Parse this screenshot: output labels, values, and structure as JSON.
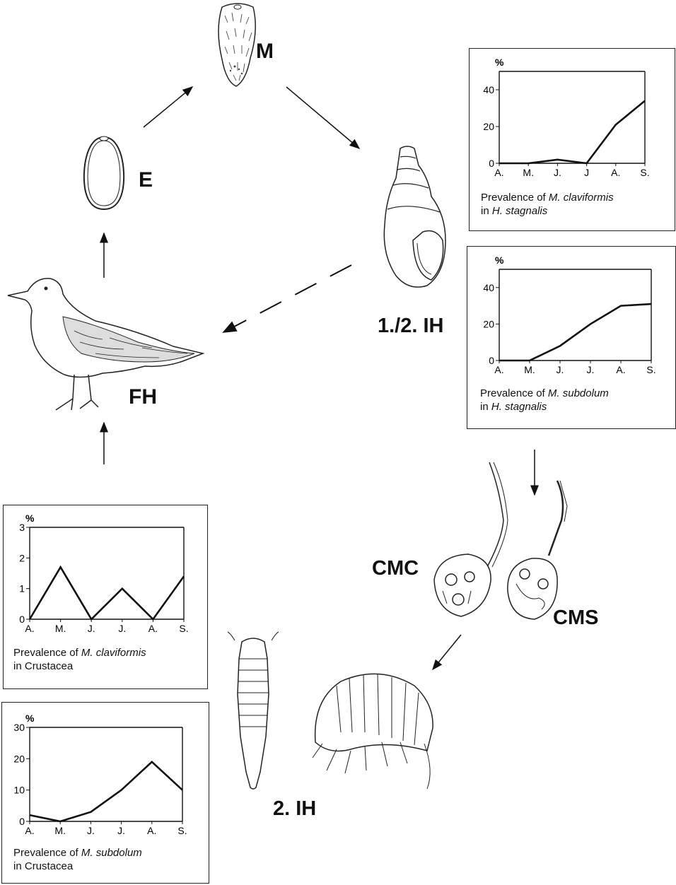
{
  "labels": {
    "miracidium": "M",
    "egg": "E",
    "first_intermediate_host": "1./2. IH",
    "final_host": "FH",
    "cercaria_clav": "CMC",
    "cercaria_subd": "CMS",
    "second_intermediate_host": "2. IH"
  },
  "chart_data": [
    {
      "type": "line",
      "title": "",
      "caption_prefix": "Prevalence of",
      "caption_species": "M. claviformis",
      "caption_host_prefix": "in",
      "caption_host": "H. stagnalis",
      "ylabel": "%",
      "ylim": [
        0,
        50
      ],
      "yticks": [
        0,
        20,
        40
      ],
      "categories": [
        "A.",
        "M.",
        "J.",
        "J",
        "A.",
        "S."
      ],
      "values": [
        0,
        0,
        2,
        0,
        21,
        34
      ]
    },
    {
      "type": "line",
      "title": "",
      "caption_prefix": "Prevalence of",
      "caption_species": "M. subdolum",
      "caption_host_prefix": "in",
      "caption_host": "H. stagnalis",
      "ylabel": "%",
      "ylim": [
        0,
        50
      ],
      "yticks": [
        0,
        20,
        40
      ],
      "categories": [
        "A.",
        "M.",
        "J.",
        "J.",
        "A.",
        "S."
      ],
      "values": [
        0,
        0,
        8,
        20,
        30,
        31
      ]
    },
    {
      "type": "line",
      "title": "",
      "caption_prefix": "Prevalence of",
      "caption_species": "M. claviformis",
      "caption_host_prefix": "in",
      "caption_host": "Crustacea",
      "ylabel": "%",
      "ylim": [
        0,
        3
      ],
      "yticks": [
        0,
        1,
        2,
        3
      ],
      "categories": [
        "A.",
        "M.",
        "J.",
        "J.",
        "A.",
        "S."
      ],
      "values": [
        0,
        1.7,
        0,
        1.0,
        0,
        1.4
      ]
    },
    {
      "type": "line",
      "title": "",
      "caption_prefix": "Prevalence of",
      "caption_species": "M. subdolum",
      "caption_host_prefix": "in",
      "caption_host": "Crustacea",
      "ylabel": "%",
      "ylim": [
        0,
        30
      ],
      "yticks": [
        0,
        10,
        20,
        30
      ],
      "categories": [
        "A.",
        "M.",
        "J.",
        "J.",
        "A.",
        "S."
      ],
      "values": [
        2,
        0,
        3,
        10,
        19,
        10
      ]
    }
  ]
}
